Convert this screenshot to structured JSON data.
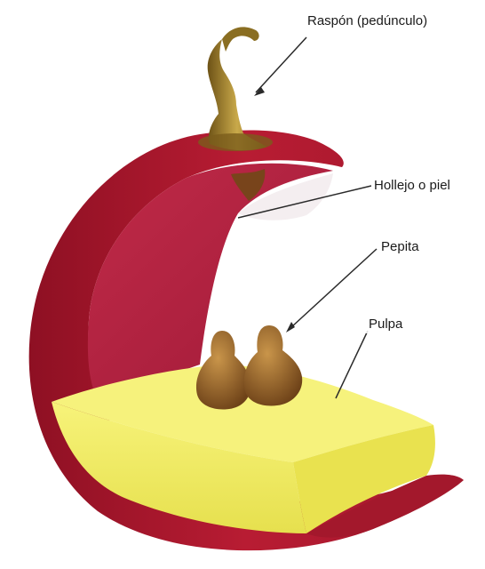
{
  "labels": {
    "raspon": "Raspón (pedúnculo)",
    "hollejo": "Hollejo o piel",
    "pepita": "Pepita",
    "pulpa": "Pulpa"
  },
  "colors": {
    "skin_dark": "#8e1023",
    "skin_mid": "#b81c33",
    "skin_light": "#d9455a",
    "skin_inner": "#c02a48",
    "pulp": "#f3f06a",
    "pulp_shadow": "#d9d33f",
    "seed": "#9a6a2e",
    "stem": "#a88a2e",
    "leader_line": "#2a2a2a"
  },
  "icons": {
    "grape_section": "grape-cross-section-illustration"
  }
}
